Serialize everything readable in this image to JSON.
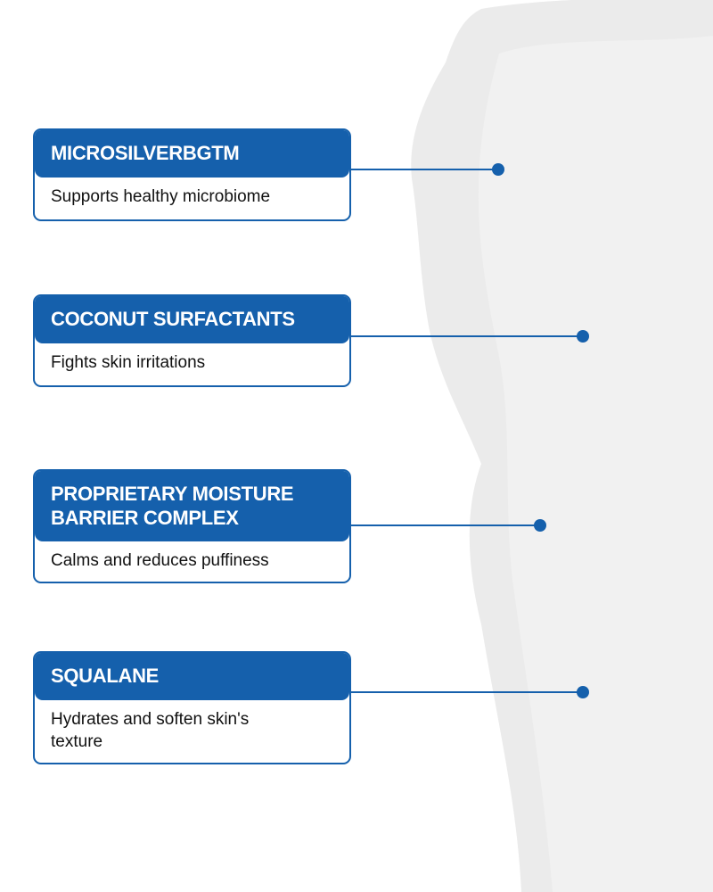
{
  "colors": {
    "accent": "#1560ac",
    "cream": "#ebebeb"
  },
  "callouts": [
    {
      "title": "MICROSILVERBGTM",
      "description": "Supports healthy microbiome"
    },
    {
      "title": "COCONUT SURFACTANTS",
      "description": "Fights skin irritations"
    },
    {
      "title": "PROPRIETARY MOISTURE BARRIER COMPLEX",
      "description": "Calms and reduces puffiness"
    },
    {
      "title": "SQUALANE",
      "description": "Hydrates and soften skin's texture"
    }
  ]
}
